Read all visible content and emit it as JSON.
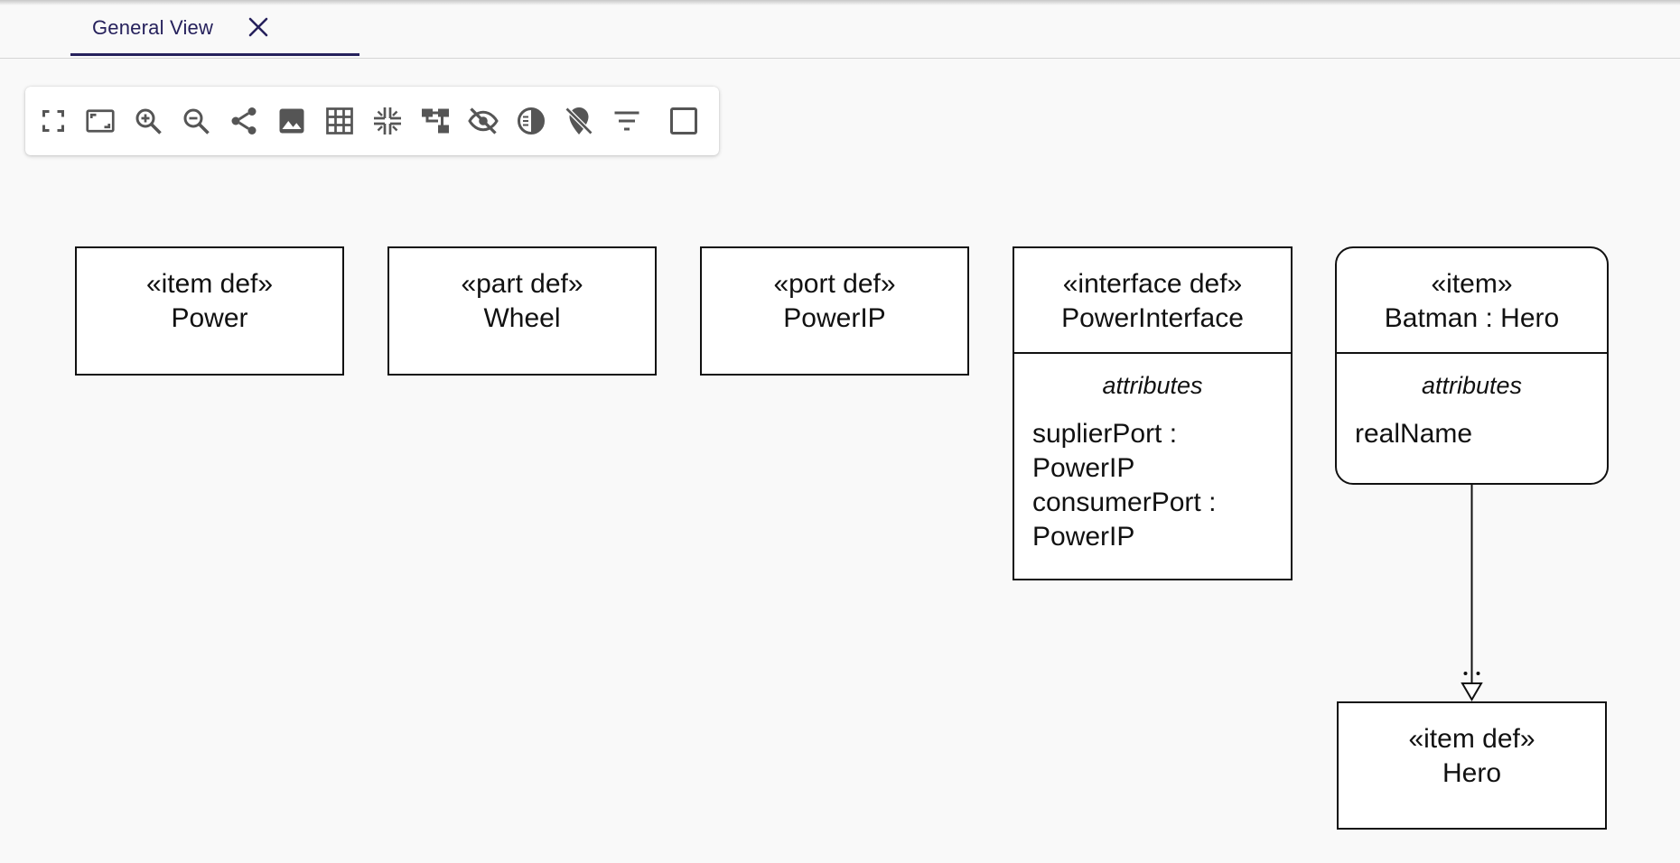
{
  "tabs": [
    {
      "label": "General View",
      "close_icon": "close-icon"
    }
  ],
  "toolbar": {
    "buttons": [
      {
        "name": "fit-to-screen",
        "icon": "fullscreen-icon"
      },
      {
        "name": "fit-selection",
        "icon": "aspect-ratio-icon"
      },
      {
        "name": "zoom-in",
        "icon": "zoom-in-icon"
      },
      {
        "name": "zoom-out",
        "icon": "zoom-out-icon"
      },
      {
        "name": "share",
        "icon": "share-icon"
      },
      {
        "name": "export-image",
        "icon": "image-icon"
      },
      {
        "name": "grid",
        "icon": "grid-icon"
      },
      {
        "name": "arrange-all",
        "icon": "arrange-icon"
      },
      {
        "name": "layout",
        "icon": "account-tree-icon"
      },
      {
        "name": "hide",
        "icon": "visibility-off-icon"
      },
      {
        "name": "contrast",
        "icon": "contrast-icon"
      },
      {
        "name": "unpin",
        "icon": "pin-off-icon"
      },
      {
        "name": "filter",
        "icon": "filter-icon"
      },
      {
        "name": "square",
        "icon": "square-icon"
      }
    ]
  },
  "diagram": {
    "nodes": [
      {
        "stereotype": "«item def»",
        "name": "Power"
      },
      {
        "stereotype": "«part def»",
        "name": "Wheel"
      },
      {
        "stereotype": "«port def»",
        "name": "PowerIP"
      },
      {
        "stereotype": "«interface def»",
        "name": "PowerInterface",
        "section_title": "attributes",
        "attributes": [
          "suplierPort :",
          "PowerIP",
          "consumerPort :",
          "PowerIP"
        ]
      },
      {
        "stereotype": "«item»",
        "name": "Batman : Hero",
        "section_title": "attributes",
        "attributes": [
          "realName"
        ]
      },
      {
        "stereotype": "«item def»",
        "name": "Hero"
      }
    ],
    "edges": [
      {
        "from": "Batman : Hero",
        "to": "Hero",
        "kind": "feature-typing"
      }
    ]
  }
}
